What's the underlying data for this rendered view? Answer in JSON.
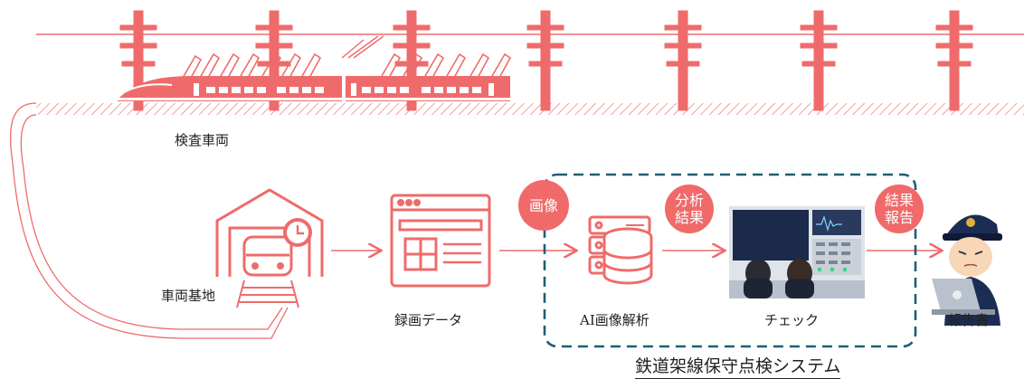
{
  "labels": {
    "inspection_vehicle": "検査車両",
    "depot": "車両基地",
    "recorded_data": "録画データ",
    "ai_analysis": "AI画像解析",
    "check": "チェック",
    "report": "報告書"
  },
  "bubbles": {
    "image": "画像",
    "analysis_result": "分析結果",
    "result_report": "結果報告"
  },
  "system_title": "鉄道架線保守点検システム",
  "colors": {
    "accent": "#f06a6a",
    "line": "#ef6b6b",
    "dashed_box": "#1f5e73",
    "monitor": "#1b2a4a",
    "officer_uniform": "#1c2d55"
  },
  "icons": [
    "train-icon",
    "utility-pole-icon",
    "depot-icon",
    "clock-icon",
    "browser-window-icon",
    "server-icon",
    "control-room-icon",
    "officer-icon",
    "laptop-icon"
  ]
}
